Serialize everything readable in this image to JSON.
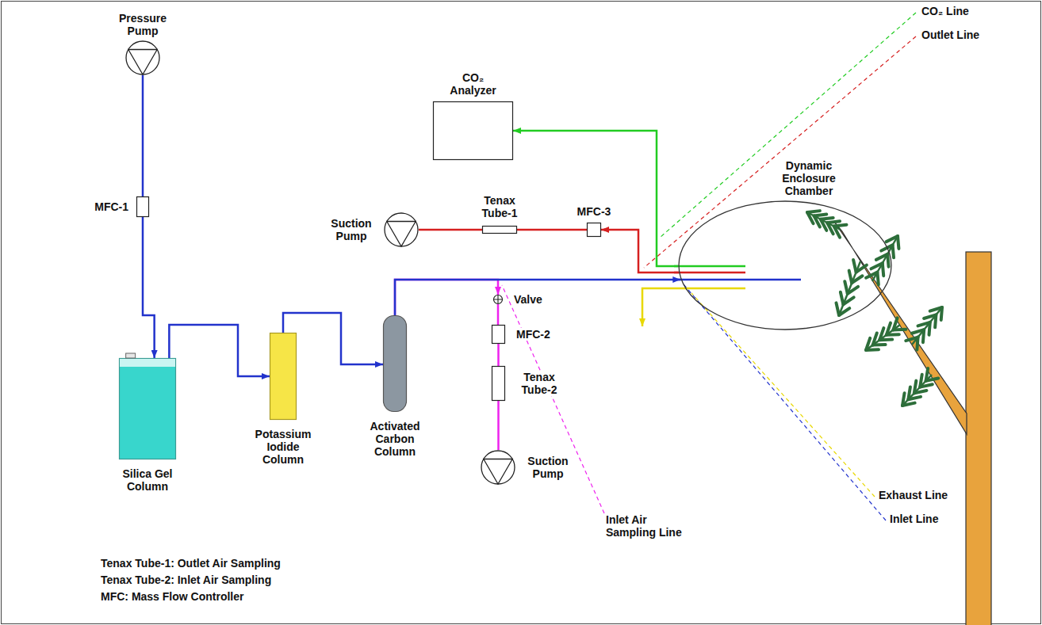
{
  "diagram": {
    "nodes": [
      {
        "text": [
          "Pressure Pump"
        ]
      },
      {
        "text": [
          "MFC-1"
        ]
      },
      {
        "text": [
          "CO₂ Analyzer"
        ]
      },
      {
        "text": [
          "Suction Pump"
        ]
      },
      {
        "text": [
          "Tenax Tube-1"
        ]
      },
      {
        "text": [
          "MFC-3"
        ]
      },
      {
        "text": [
          "Dynamic Enclosure Chamber"
        ]
      },
      {
        "text": [
          "Valve"
        ]
      },
      {
        "text": [
          "MFC-2"
        ]
      },
      {
        "text": [
          "Tenax Tube-2"
        ]
      },
      {
        "text": [
          "Silica Gel Column"
        ]
      },
      {
        "text": [
          "Potassium Iodide Column"
        ]
      },
      {
        "text": [
          "Activated Carbon Column"
        ]
      },
      {
        "text": [
          "Suction Pump"
        ]
      }
    ],
    "edges": [
      {
        "from": 0,
        "to": 1,
        "arrow": "none"
      },
      {
        "from": 1,
        "to": 10,
        "arrow": "to"
      },
      {
        "from": 10,
        "to": 11,
        "arrow": "to"
      },
      {
        "from": 11,
        "to": 12,
        "arrow": "to"
      },
      {
        "from": 12,
        "to": 7,
        "arrow": "to"
      },
      {
        "from": 12,
        "to": 6,
        "arrow": "to"
      },
      {
        "from": 7,
        "to": 8,
        "arrow": "none"
      },
      {
        "from": 8,
        "to": 9,
        "arrow": "none"
      },
      {
        "from": 9,
        "to": 13,
        "arrow": "none"
      },
      {
        "from": 6,
        "to": 5,
        "arrow": "to"
      },
      {
        "from": 5,
        "to": 4,
        "arrow": "none"
      },
      {
        "from": 4,
        "to": 3,
        "arrow": "none"
      },
      {
        "from": 6,
        "to": 2,
        "arrow": "to"
      }
    ],
    "labels": [
      "CO₂ Line",
      "Outlet Line",
      "Exhaust Line",
      "Inlet Line",
      "Inlet Air Sampling Line",
      "Tenax Tube-1: Outlet Air Sampling",
      "Tenax Tube-2: Inlet Air Sampling",
      "MFC: Mass Flow Controller"
    ]
  }
}
